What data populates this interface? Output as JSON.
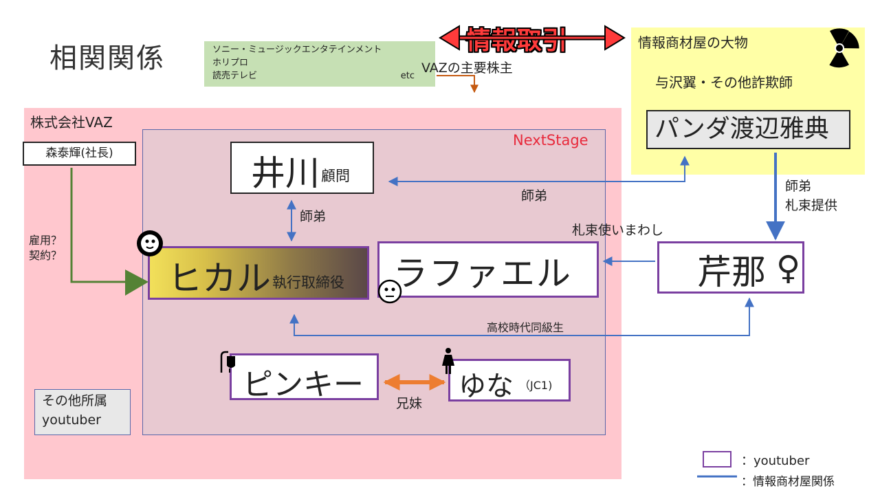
{
  "title": "相関関係",
  "shareholders": {
    "lines": [
      "ソニー・ミュージックエンタテインメント",
      "ホリプロ",
      "読売テレビ"
    ],
    "etc": "etc",
    "caption": "VAZの主要株主"
  },
  "deal": "情報取引",
  "info_dealer": {
    "title": "情報商材屋の大物",
    "members": "与沢翼・その他詐欺師",
    "boss": "パンダ渡辺雅典",
    "icon": "radiation-icon"
  },
  "vaz": {
    "label": "株式会社VAZ",
    "ceo": "森泰輝(社長)",
    "employment": [
      "雇用？",
      "契約？"
    ],
    "other": [
      "その他所属",
      "youtuber"
    ]
  },
  "nextstage": {
    "label": "NextStage",
    "ikawa": {
      "name": "井川",
      "role": "顧問"
    },
    "hikaru": {
      "name": "ヒカル",
      "role": "執行取締役"
    },
    "raphael": {
      "name": "ラファエル"
    },
    "pinky": {
      "name": "ピンキー"
    },
    "yuna": {
      "name": "ゆな",
      "note": "（JC1)"
    }
  },
  "serina": {
    "name": "芹那",
    "symbol": "♀"
  },
  "relations": {
    "master_disciple_1": "師弟",
    "master_disciple_2": "師弟",
    "master_disciple_3": "師弟",
    "money_provided": "札束提供",
    "money_use": "札束使いまわし",
    "classmates": "高校時代同級生",
    "siblings": "兄妹"
  },
  "legend": {
    "youtuber": "：youtuber",
    "info_related": "：情報商材屋関係"
  },
  "colors": {
    "vaz_bg": "#ffc7ce",
    "nextstage_bg": "#e8c9d1",
    "info_bg": "#ffffa6",
    "shareholder_bg": "#c6e0b4",
    "youtuber_border": "#7a3fa0",
    "info_arrow": "#4472c4",
    "employment_arrow": "#548235",
    "sibling_arrow": "#ed7d31",
    "deal_text": "#ff3b3b"
  }
}
